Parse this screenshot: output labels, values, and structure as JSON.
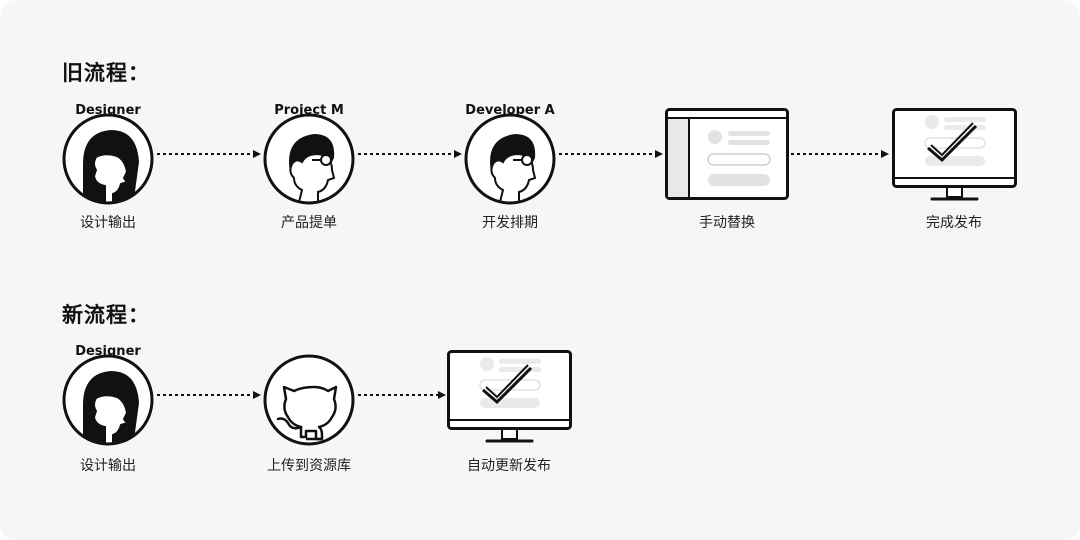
{
  "old_flow": {
    "title": "旧流程：",
    "steps": [
      {
        "role": "Designer",
        "caption": "设计输出",
        "icon": "designer-avatar-icon"
      },
      {
        "role": "Project M",
        "caption": "产品提单",
        "icon": "project-manager-avatar-icon"
      },
      {
        "role": "Developer A",
        "caption": "开发排期",
        "icon": "developer-avatar-icon"
      },
      {
        "role": "",
        "caption": "手动替换",
        "icon": "app-window-icon"
      },
      {
        "role": "",
        "caption": "完成发布",
        "icon": "monitor-check-icon"
      }
    ]
  },
  "new_flow": {
    "title": "新流程：",
    "steps": [
      {
        "role": "Designer",
        "caption": "设计输出",
        "icon": "designer-avatar-icon"
      },
      {
        "role": "",
        "caption": "上传到资源库",
        "icon": "github-icon"
      },
      {
        "role": "",
        "caption": "自动更新发布",
        "icon": "monitor-check-icon"
      }
    ]
  }
}
